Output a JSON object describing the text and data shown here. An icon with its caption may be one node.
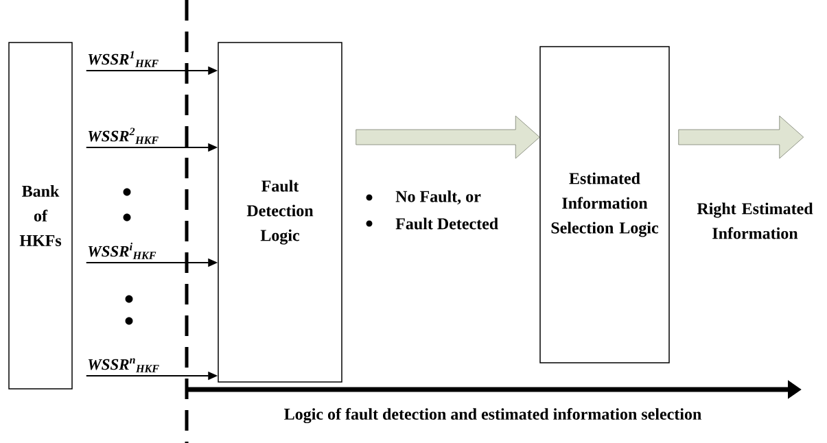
{
  "diagram": {
    "nodes": [
      {
        "text": [
          "Bank of HKFs"
        ]
      },
      {
        "text": [
          "Fault Detection Logic"
        ]
      },
      {
        "text": [
          "Estimated Information Selection Logic"
        ]
      }
    ],
    "edges": [
      {
        "from": 0,
        "to": 1,
        "arrow": "to",
        "label": "WSSR$^{1}$$_{HKF}$"
      },
      {
        "from": 0,
        "to": 1,
        "arrow": "to",
        "label": "WSSR$^{2}$$_{HKF}$"
      },
      {
        "from": 0,
        "to": 1,
        "arrow": "to",
        "label": "WSSR$^{i}$$_{HKF}$"
      },
      {
        "from": 0,
        "to": 1,
        "arrow": "to",
        "label": "WSSR$^{n}$$_{HKF}$"
      },
      {
        "from": 1,
        "to": 2,
        "arrow": "to",
        "style": "thick",
        "color": "#dfe4d2"
      },
      {
        "from": 2,
        "to": null,
        "arrow": "to",
        "style": "thick",
        "color": "#dfe4d2"
      }
    ],
    "labels": [
      "No Fault, or",
      "Fault Detected",
      "Right Estimated Information",
      "Logic of fault detection and estimated information selection"
    ]
  }
}
